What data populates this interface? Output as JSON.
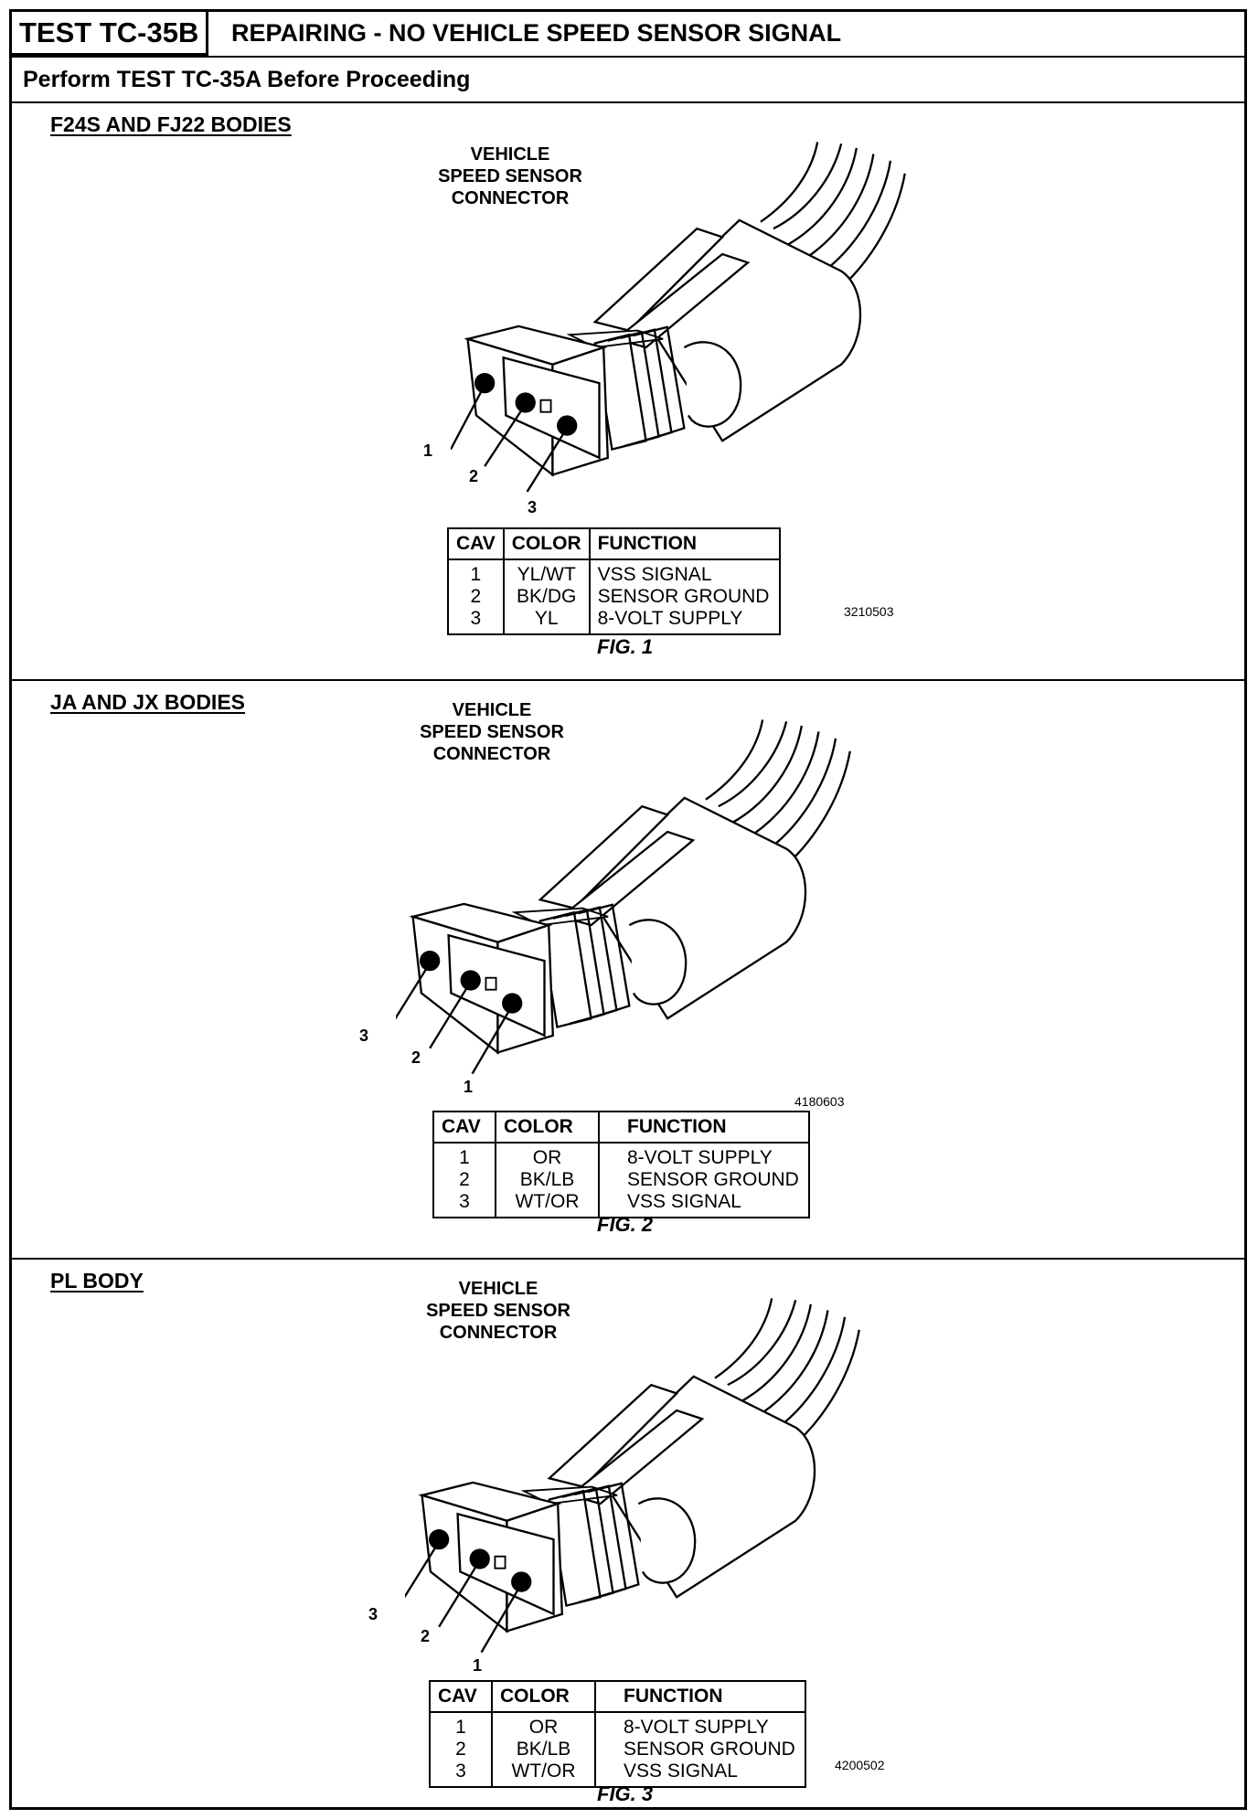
{
  "header": {
    "test_id": "TEST TC-35B",
    "title": "REPAIRING - NO VEHICLE SPEED SENSOR SIGNAL",
    "subtitle": "Perform TEST TC-35A Before Proceeding"
  },
  "sections": [
    {
      "heading": "F24S AND FJ22 BODIES",
      "connector_label": [
        "VEHICLE",
        "SPEED SENSOR",
        "CONNECTOR"
      ],
      "pins": [
        "1",
        "2",
        "3"
      ],
      "table": {
        "headers": [
          "CAV",
          "COLOR",
          "FUNCTION"
        ],
        "rows": [
          [
            "1",
            "YL/WT",
            "VSS SIGNAL"
          ],
          [
            "2",
            "BK/DG",
            "SENSOR GROUND"
          ],
          [
            "3",
            "YL",
            "8-VOLT SUPPLY"
          ]
        ]
      },
      "ref": "3210503",
      "fig": "FIG. 1"
    },
    {
      "heading": "JA AND JX BODIES",
      "connector_label": [
        "VEHICLE",
        "SPEED SENSOR",
        "CONNECTOR"
      ],
      "pins": [
        "3",
        "2",
        "1"
      ],
      "table": {
        "headers": [
          "CAV",
          "COLOR",
          "FUNCTION"
        ],
        "rows": [
          [
            "1",
            "OR",
            "8-VOLT SUPPLY"
          ],
          [
            "2",
            "BK/LB",
            "SENSOR GROUND"
          ],
          [
            "3",
            "WT/OR",
            "VSS SIGNAL"
          ]
        ]
      },
      "ref": "4180603",
      "fig": "FIG. 2"
    },
    {
      "heading": "PL BODY",
      "connector_label": [
        "VEHICLE",
        "SPEED SENSOR",
        "CONNECTOR"
      ],
      "pins": [
        "3",
        "2",
        "1"
      ],
      "table": {
        "headers": [
          "CAV",
          "COLOR",
          "FUNCTION"
        ],
        "rows": [
          [
            "1",
            "OR",
            "8-VOLT SUPPLY"
          ],
          [
            "2",
            "BK/LB",
            "SENSOR GROUND"
          ],
          [
            "3",
            "WT/OR",
            "VSS SIGNAL"
          ]
        ]
      },
      "ref": "4200502",
      "fig": "FIG. 3"
    }
  ]
}
